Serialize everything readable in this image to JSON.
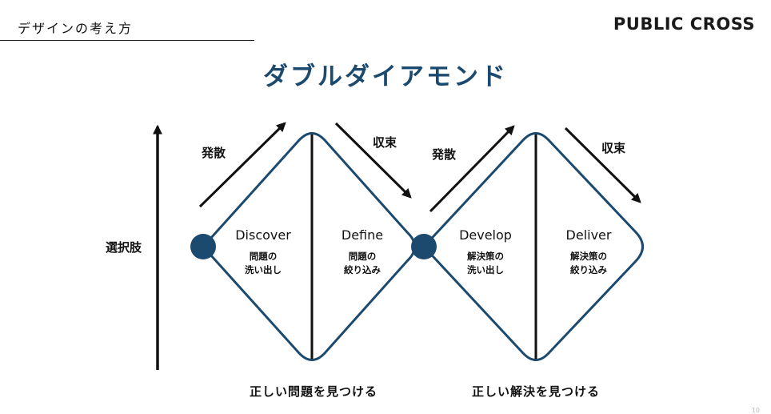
{
  "header": {
    "section_label": "デザインの考え方",
    "brand": "PUBLIC CROSS"
  },
  "title": "ダブルダイアモンド",
  "axis_label": "選択肢",
  "diamonds": [
    {
      "diverge_label": "発散",
      "converge_label": "収束",
      "caption": "正しい問題を見つける",
      "phases": [
        {
          "name": "Discover",
          "desc_line1": "問題の",
          "desc_line2": "洗い出し"
        },
        {
          "name": "Define",
          "desc_line1": "問題の",
          "desc_line2": "絞り込み"
        }
      ]
    },
    {
      "diverge_label": "発散",
      "converge_label": "収束",
      "caption": "正しい解決を見つける",
      "phases": [
        {
          "name": "Develop",
          "desc_line1": "解決策の",
          "desc_line2": "洗い出し"
        },
        {
          "name": "Deliver",
          "desc_line1": "解決策の",
          "desc_line2": "絞り込み"
        }
      ]
    }
  ],
  "page_number": "10",
  "colors": {
    "diamond_stroke": "#1c4a6e",
    "node_fill": "#1c4a6e",
    "title": "#1c4a6e"
  }
}
